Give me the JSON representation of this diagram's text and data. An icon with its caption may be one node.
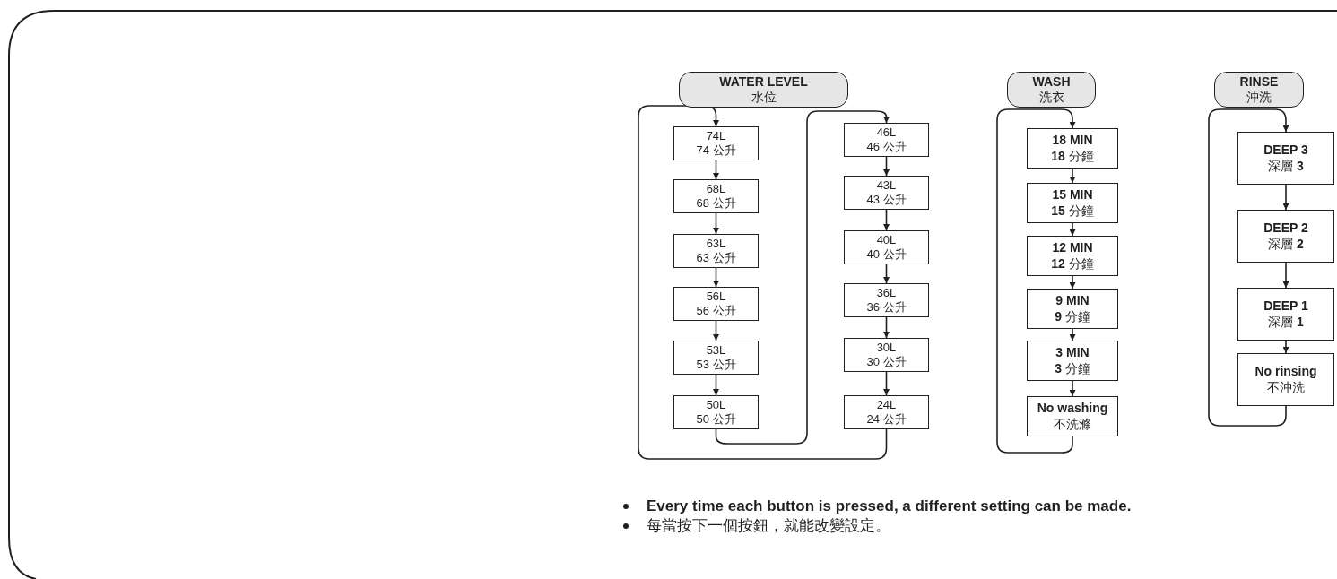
{
  "diagram": {
    "nodes": [
      {
        "text": [
          "WATER LEVEL",
          "水位"
        ]
      },
      {
        "text": [
          "WASH",
          "洗衣"
        ]
      },
      {
        "text": [
          "RINSE",
          "沖洗"
        ]
      },
      {
        "text": [
          "74L",
          "74 公升"
        ]
      },
      {
        "text": [
          "68L",
          "68 公升"
        ]
      },
      {
        "text": [
          "63L",
          "63 公升"
        ]
      },
      {
        "text": [
          "56L",
          "56 公升"
        ]
      },
      {
        "text": [
          "53L",
          "53 公升"
        ]
      },
      {
        "text": [
          "50L",
          "50 公升"
        ]
      },
      {
        "text": [
          "46L",
          "46 公升"
        ]
      },
      {
        "text": [
          "43L",
          "43 公升"
        ]
      },
      {
        "text": [
          "40L",
          "40 公升"
        ]
      },
      {
        "text": [
          "36L",
          "36 公升"
        ]
      },
      {
        "text": [
          "30L",
          "30 公升"
        ]
      },
      {
        "text": [
          "24L",
          "24 公升"
        ]
      },
      {
        "text": [
          "18 MIN",
          "**18** 分鐘"
        ]
      },
      {
        "text": [
          "15 MIN",
          "**15** 分鐘"
        ]
      },
      {
        "text": [
          "12 MIN",
          "**12** 分鐘"
        ]
      },
      {
        "text": [
          "9 MIN",
          "**9** 分鐘"
        ]
      },
      {
        "text": [
          "3 MIN",
          "**3** 分鐘"
        ]
      },
      {
        "text": [
          "No washing",
          "不洗滌"
        ]
      },
      {
        "text": [
          "DEEP 3",
          "深層 **3**"
        ]
      },
      {
        "text": [
          "DEEP 2",
          "深層 **2**"
        ]
      },
      {
        "text": [
          "DEEP 1",
          "深層 **1**"
        ]
      },
      {
        "text": [
          "No rinsing",
          "不沖洗"
        ]
      }
    ],
    "edges": [
      {
        "from": 3,
        "to": 4,
        "arrow": "to"
      },
      {
        "from": 4,
        "to": 5,
        "arrow": "to"
      },
      {
        "from": 5,
        "to": 6,
        "arrow": "to"
      },
      {
        "from": 6,
        "to": 7,
        "arrow": "to"
      },
      {
        "from": 7,
        "to": 8,
        "arrow": "to"
      },
      {
        "from": 8,
        "to": 9,
        "arrow": "to"
      },
      {
        "from": 9,
        "to": 10,
        "arrow": "to"
      },
      {
        "from": 10,
        "to": 11,
        "arrow": "to"
      },
      {
        "from": 11,
        "to": 12,
        "arrow": "to"
      },
      {
        "from": 12,
        "to": 13,
        "arrow": "to"
      },
      {
        "from": 13,
        "to": 14,
        "arrow": "to"
      },
      {
        "from": 14,
        "to": 3,
        "arrow": "to"
      },
      {
        "from": 15,
        "to": 16,
        "arrow": "to"
      },
      {
        "from": 16,
        "to": 17,
        "arrow": "to"
      },
      {
        "from": 17,
        "to": 18,
        "arrow": "to"
      },
      {
        "from": 18,
        "to": 19,
        "arrow": "to"
      },
      {
        "from": 19,
        "to": 20,
        "arrow": "to"
      },
      {
        "from": 20,
        "to": 15,
        "arrow": "to"
      },
      {
        "from": 21,
        "to": 22,
        "arrow": "to"
      },
      {
        "from": 22,
        "to": 23,
        "arrow": "to"
      },
      {
        "from": 23,
        "to": 24,
        "arrow": "to"
      },
      {
        "from": 24,
        "to": 21,
        "arrow": "to"
      }
    ],
    "labels": [
      "Every time each button is pressed, a different setting can be made.",
      "每當按下一個按鈕，就能改變設定。"
    ]
  }
}
